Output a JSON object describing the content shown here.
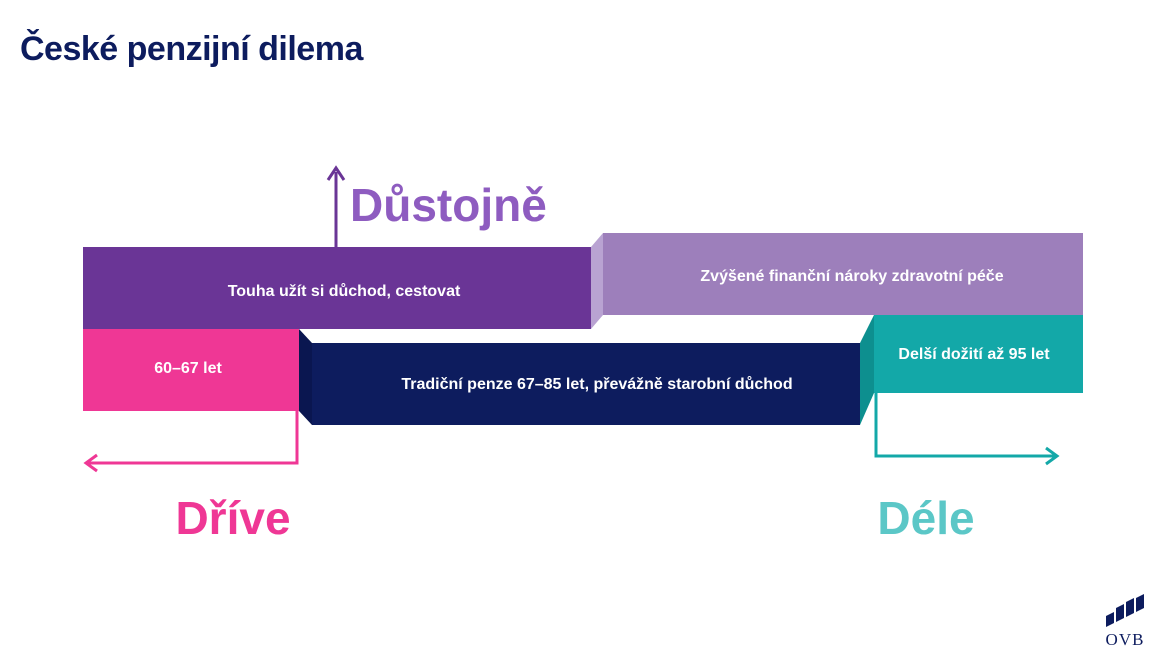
{
  "title": "České penzijní dilema",
  "labels": {
    "up": "Důstojně",
    "left": "Dříve",
    "right": "Déle"
  },
  "segments": {
    "travel": "Touha užít si důchod, cestovat",
    "health": "Zvýšené finanční nároky zdravotní péče",
    "early": "60–67 let",
    "traditional": "Tradiční penze 67–85 let, převážně starobní důchod",
    "longer": "Delší dožití až 95 let"
  },
  "logo": {
    "text": "OVB"
  },
  "colors": {
    "navy": "#0d1c5e",
    "purple": "#6a3596",
    "lavender": "#9d7fbb",
    "pink": "#ef3795",
    "teal": "#13a8a8",
    "purple_text": "#8e5cc0",
    "teal_text": "#5bc7c7"
  }
}
